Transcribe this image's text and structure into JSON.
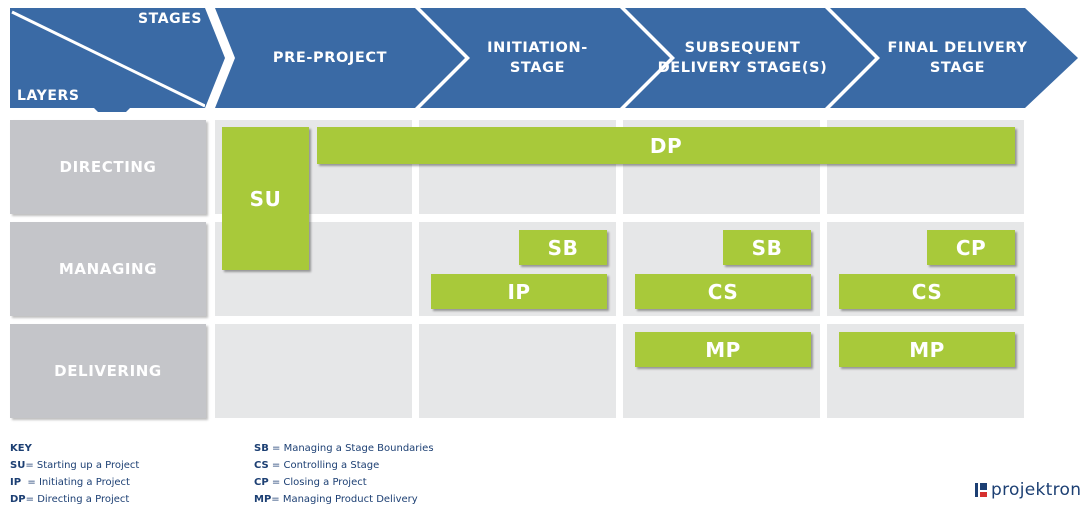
{
  "header": {
    "stages_label": "STAGES",
    "layers_label": "LAYERS",
    "stages": [
      {
        "line1": "PRE-PROJECT",
        "line2": ""
      },
      {
        "line1": "INITIATION-",
        "line2": "STAGE"
      },
      {
        "line1": "SUBSEQUENT",
        "line2": "DELIVERY STAGE(S)"
      },
      {
        "line1": "FINAL DELIVERY",
        "line2": "STAGE"
      }
    ],
    "color": "#3a6aa5"
  },
  "layers": [
    {
      "label": "DIRECTING"
    },
    {
      "label": "MANAGING"
    },
    {
      "label": "DELIVERING"
    }
  ],
  "processes": {
    "su": "SU",
    "dp": "DP",
    "sb1": "SB",
    "ip": "IP",
    "sb2": "SB",
    "cs1": "CS",
    "mp1": "MP",
    "cp": "CP",
    "cs2": "CS",
    "mp2": "MP"
  },
  "colors": {
    "process": "#a8c93a",
    "layer": "#c4c5c9",
    "cell": "#e6e7e8",
    "key_text": "#1c3f73"
  },
  "key": {
    "title": "KEY",
    "left": [
      {
        "abbr": "SU",
        "text": "= Starting up a Project"
      },
      {
        "abbr": "IP",
        "text": "  = Initiating a Project"
      },
      {
        "abbr": "DP",
        "text": "= Directing a Project"
      }
    ],
    "right": [
      {
        "abbr": "SB",
        "text": " = Managing a Stage Boundaries"
      },
      {
        "abbr": "CS",
        "text": " = Controlling a Stage"
      },
      {
        "abbr": "CP",
        "text": " = Closing a Project"
      },
      {
        "abbr": "MP",
        "text": "= Managing Product Delivery"
      }
    ]
  },
  "logo": {
    "text": "projektron",
    "icon": "projektron-logo-icon"
  }
}
